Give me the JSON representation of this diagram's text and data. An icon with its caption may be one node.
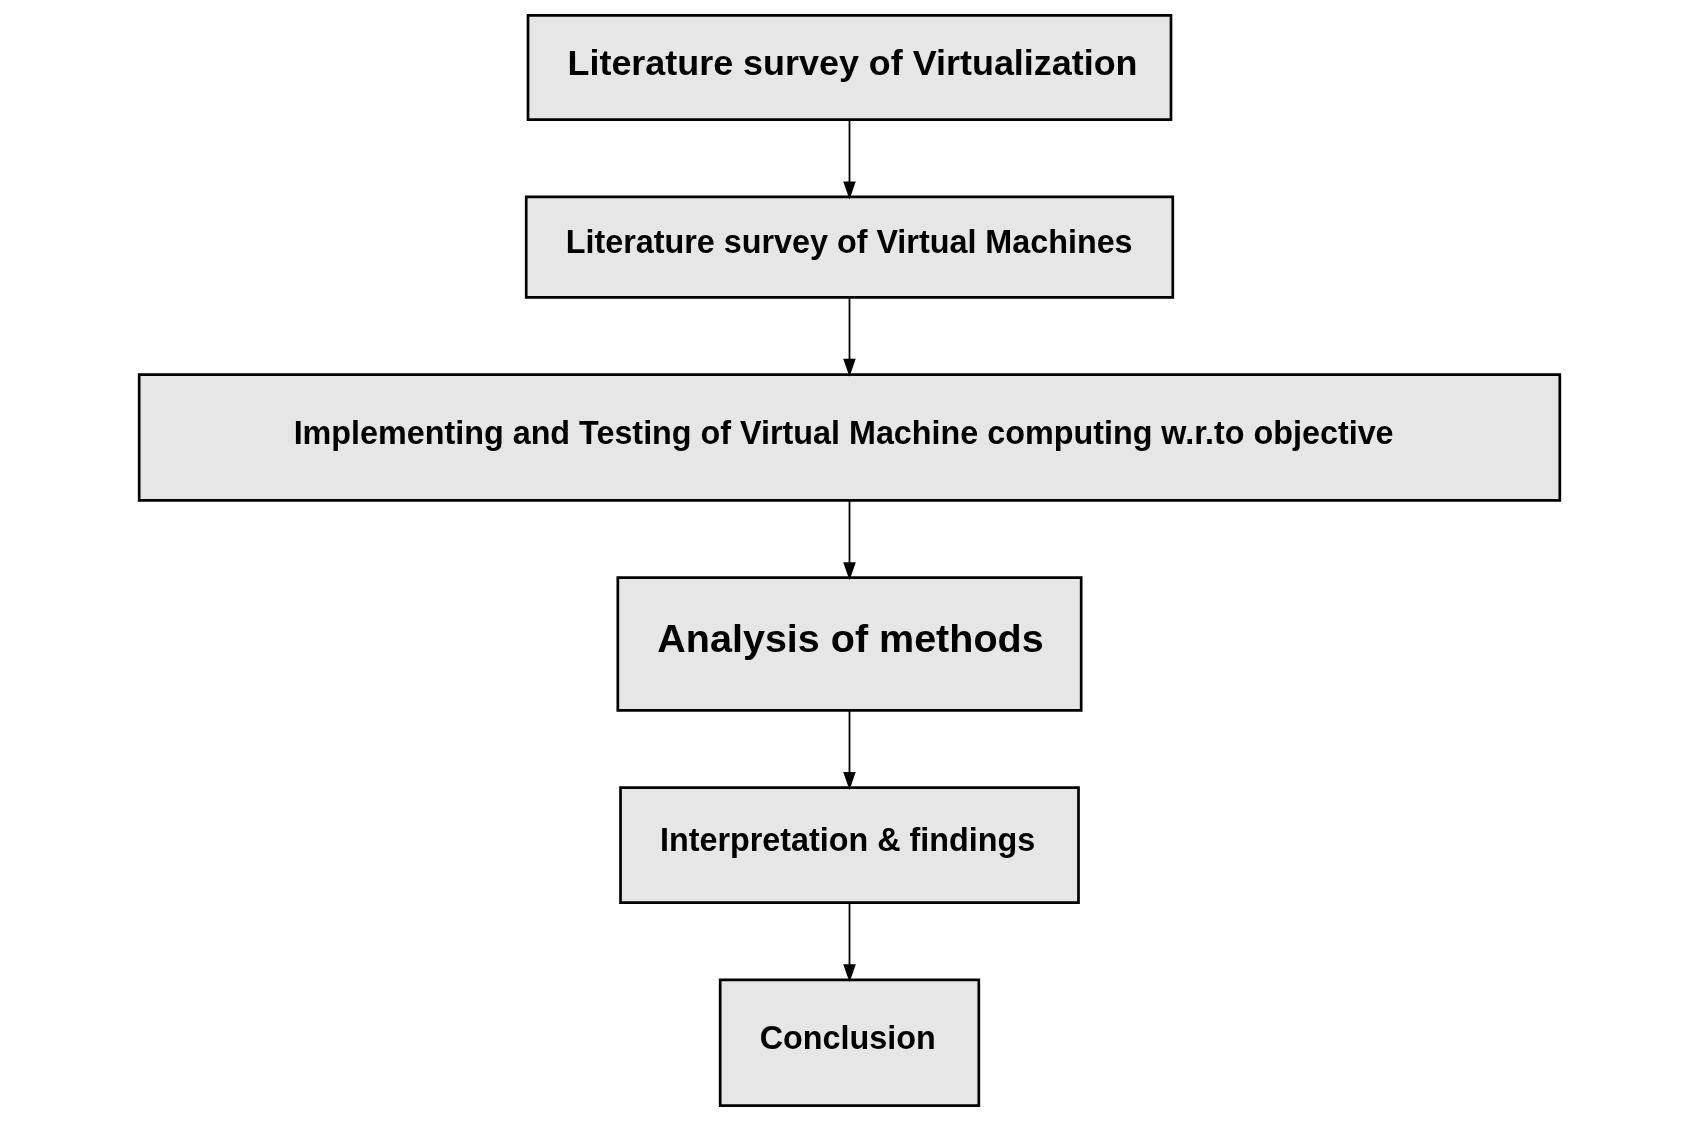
{
  "diagram": {
    "nodes": [
      {
        "text": [
          "Literature survey of Virtualization"
        ]
      },
      {
        "text": [
          "Literature survey of Virtual Machines"
        ]
      },
      {
        "text": [
          "Implementing and Testing of Virtual Machine computing w.r.to objective"
        ]
      },
      {
        "text": [
          "Analysis of methods"
        ]
      },
      {
        "text": [
          "Interpretation & findings"
        ]
      },
      {
        "text": [
          "Conclusion"
        ]
      }
    ],
    "edges": [
      {
        "from": 0,
        "to": 1,
        "arrow": "to"
      },
      {
        "from": 1,
        "to": 2,
        "arrow": "to"
      },
      {
        "from": 2,
        "to": 3,
        "arrow": "to"
      },
      {
        "from": 3,
        "to": 4,
        "arrow": "to"
      },
      {
        "from": 4,
        "to": 5,
        "arrow": "to"
      }
    ]
  }
}
